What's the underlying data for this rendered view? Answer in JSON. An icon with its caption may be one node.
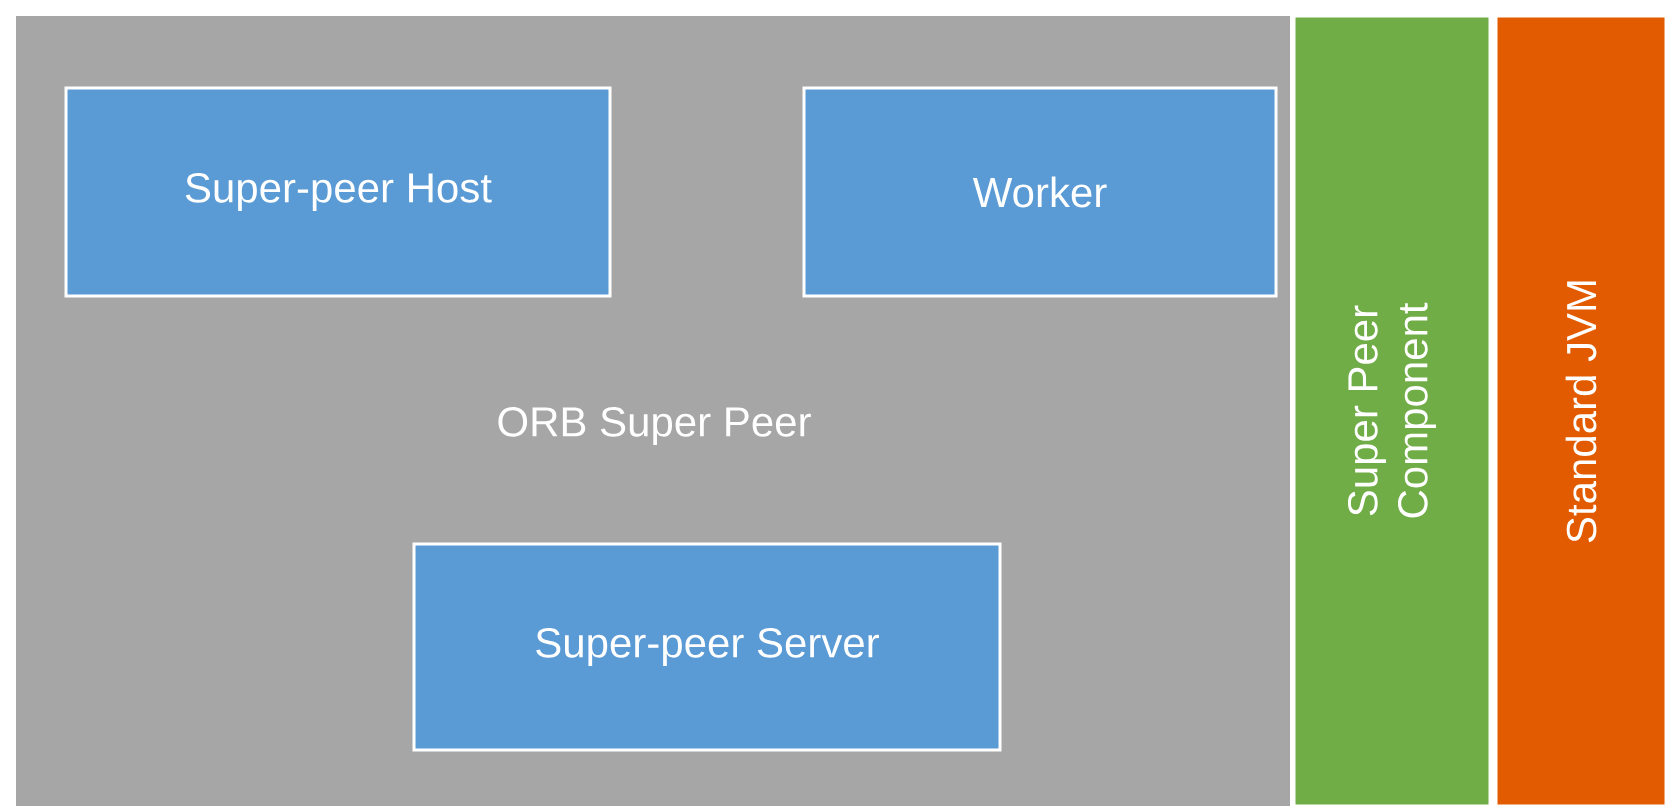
{
  "diagram": {
    "nodes": [
      {
        "text": [
          "ORB Super Peer"
        ]
      },
      {
        "text": [
          "Super-peer Host"
        ],
        "in": 0
      },
      {
        "text": [
          "Worker"
        ],
        "in": 0
      },
      {
        "text": [
          "Super-peer Server"
        ],
        "in": 0
      },
      {
        "text": [
          "Super Peer Component"
        ]
      },
      {
        "text": [
          "Standard JVM"
        ]
      }
    ]
  }
}
